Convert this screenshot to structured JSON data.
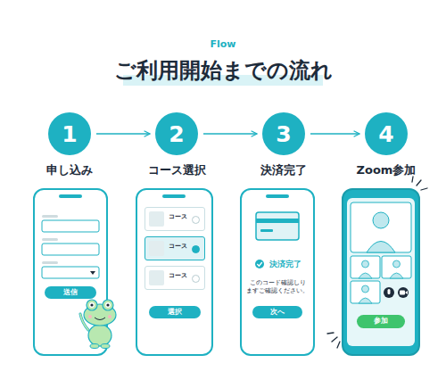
{
  "diagram": {
    "title": "ご利用開始までの流れ",
    "nodes": [
      {
        "text": [
          "1",
          "申し込み"
        ]
      },
      {
        "text": [
          "2",
          "コース選択"
        ]
      },
      {
        "text": [
          "3",
          "決済完了"
        ]
      },
      {
        "text": [
          "4",
          "Zoom参加"
        ]
      },
      {
        "text": [
          "送信"
        ]
      },
      {
        "text": [
          "コース"
        ]
      },
      {
        "text": [
          "コース"
        ]
      },
      {
        "text": [
          "コース"
        ]
      },
      {
        "text": [
          "選択"
        ]
      },
      {
        "text": [
          "次へ"
        ]
      },
      {
        "text": [
          "参加"
        ]
      }
    ],
    "edges": [
      {
        "from": 0,
        "to": 1,
        "arrow": "to"
      },
      {
        "from": 1,
        "to": 2,
        "arrow": "to"
      },
      {
        "from": 2,
        "to": 3,
        "arrow": "to"
      }
    ],
    "labels": [
      "Flow",
      "決済完了",
      "このコード確認しり ますご確認ください。"
    ]
  }
}
